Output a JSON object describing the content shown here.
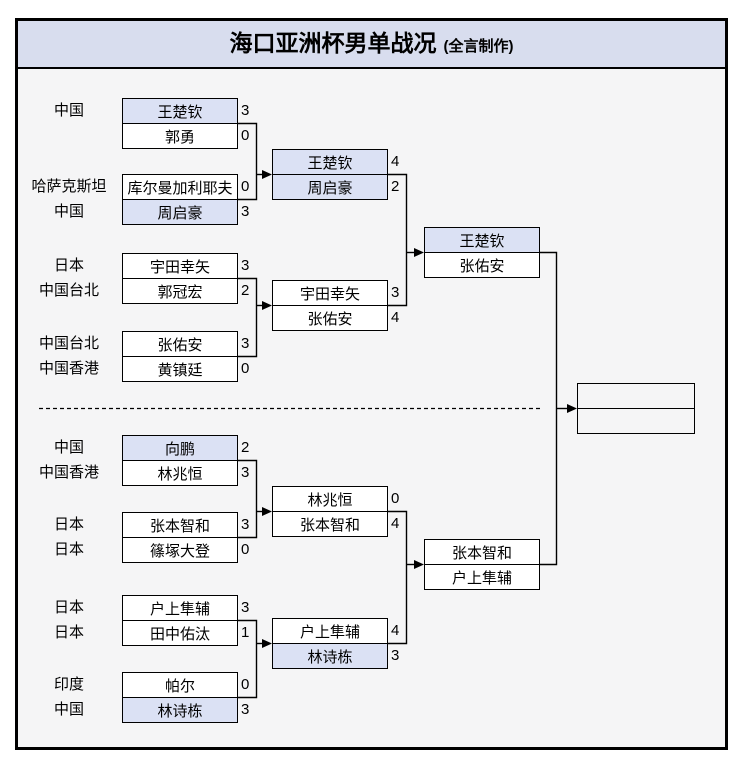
{
  "title": {
    "main": "海口亚洲杯男单战况",
    "credit": "(全言制作)"
  },
  "colors": {
    "page_margin": "#ffffff",
    "background": "#f5f5f6",
    "title_bar_fill": "#d8ddee",
    "highlight_fill": "#dbe1f4",
    "cell_fill": "#ffffff",
    "line": "#000000"
  },
  "bracket": {
    "round1": [
      {
        "p1": {
          "country": "中国",
          "name": "王楚钦",
          "score": "3",
          "hl": true
        },
        "p2": {
          "country": "",
          "name": "郭勇",
          "score": "0",
          "hl": false
        }
      },
      {
        "p1": {
          "country": "哈萨克斯坦",
          "name": "库尔曼加利耶夫",
          "score": "0",
          "hl": false
        },
        "p2": {
          "country": "中国",
          "name": "周启豪",
          "score": "3",
          "hl": true
        }
      },
      {
        "p1": {
          "country": "日本",
          "name": "宇田幸矢",
          "score": "3",
          "hl": false
        },
        "p2": {
          "country": "中国台北",
          "name": "郭冠宏",
          "score": "2",
          "hl": false
        }
      },
      {
        "p1": {
          "country": "中国台北",
          "name": "张佑安",
          "score": "3",
          "hl": false
        },
        "p2": {
          "country": "中国香港",
          "name": "黄镇廷",
          "score": "0",
          "hl": false
        }
      },
      {
        "p1": {
          "country": "中国",
          "name": "向鹏",
          "score": "2",
          "hl": true
        },
        "p2": {
          "country": "中国香港",
          "name": "林兆恒",
          "score": "3",
          "hl": false
        }
      },
      {
        "p1": {
          "country": "日本",
          "name": "张本智和",
          "score": "3",
          "hl": false
        },
        "p2": {
          "country": "日本",
          "name": "篠塚大登",
          "score": "0",
          "hl": false
        }
      },
      {
        "p1": {
          "country": "日本",
          "name": "户上隼辅",
          "score": "3",
          "hl": false
        },
        "p2": {
          "country": "日本",
          "name": "田中佑汰",
          "score": "1",
          "hl": false
        }
      },
      {
        "p1": {
          "country": "印度",
          "name": "帕尔",
          "score": "0",
          "hl": false
        },
        "p2": {
          "country": "中国",
          "name": "林诗栋",
          "score": "3",
          "hl": true
        }
      }
    ],
    "quarterfinals": [
      {
        "p1": {
          "name": "王楚钦",
          "score": "4",
          "hl": true
        },
        "p2": {
          "name": "周启豪",
          "score": "2",
          "hl": true
        }
      },
      {
        "p1": {
          "name": "宇田幸矢",
          "score": "3",
          "hl": false
        },
        "p2": {
          "name": "张佑安",
          "score": "4",
          "hl": false
        }
      },
      {
        "p1": {
          "name": "林兆恒",
          "score": "0",
          "hl": false
        },
        "p2": {
          "name": "张本智和",
          "score": "4",
          "hl": false
        }
      },
      {
        "p1": {
          "name": "户上隼辅",
          "score": "4",
          "hl": false
        },
        "p2": {
          "name": "林诗栋",
          "score": "3",
          "hl": true
        }
      }
    ],
    "semifinals": [
      {
        "p1": {
          "name": "王楚钦",
          "hl": true
        },
        "p2": {
          "name": "张佑安",
          "hl": false
        }
      },
      {
        "p1": {
          "name": "张本智和",
          "hl": false
        },
        "p2": {
          "name": "户上隼辅",
          "hl": false
        }
      }
    ],
    "final": {
      "p1": {
        "name": ""
      },
      "p2": {
        "name": ""
      }
    }
  }
}
